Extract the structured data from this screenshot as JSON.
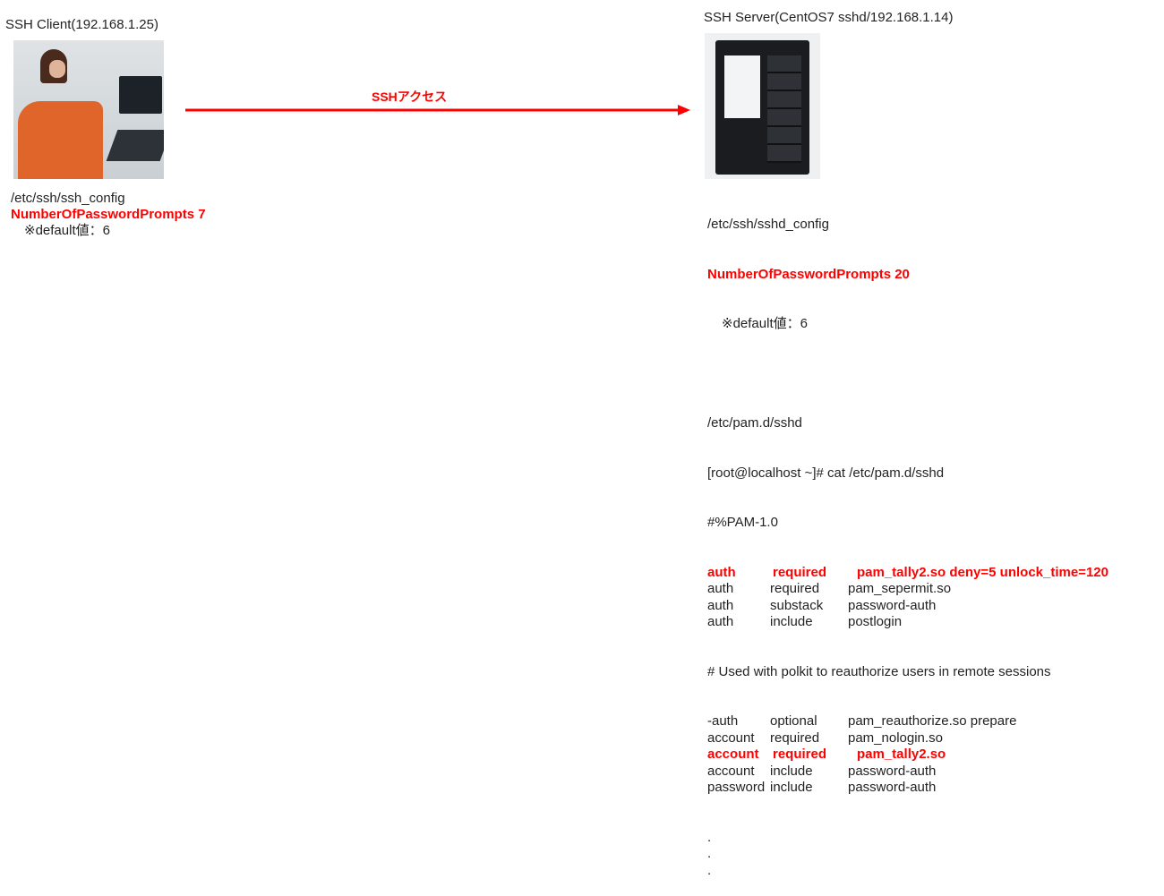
{
  "client": {
    "title": "SSH Client(192.168.1.25)",
    "config_path": "/etc/ssh/ssh_config",
    "setting": "NumberOfPasswordPrompts 7",
    "default_note": "※default値：6"
  },
  "arrow": {
    "label": "SSHアクセス",
    "color": "#ff0000"
  },
  "server": {
    "title": "SSH Server(CentOS7 sshd/192.168.1.14)",
    "config_path": "/etc/ssh/sshd_config",
    "setting": "NumberOfPasswordPrompts 20",
    "default_note": "※default値：6",
    "pam_path": "/etc/pam.d/sshd",
    "command": "[root@localhost ~]# cat /etc/pam.d/sshd",
    "pam_header": "#%PAM-1.0",
    "pam_rows": [
      {
        "cols": [
          "auth",
          "required",
          "pam_tally2.so deny=5 unlock_time=120"
        ],
        "highlight": true
      },
      {
        "cols": [
          "auth",
          "required",
          "pam_sepermit.so"
        ],
        "highlight": false
      },
      {
        "cols": [
          "auth",
          "substack",
          "password-auth"
        ],
        "highlight": false
      },
      {
        "cols": [
          "auth",
          "include",
          "postlogin"
        ],
        "highlight": false
      }
    ],
    "comment": "# Used with polkit to reauthorize users in remote sessions",
    "pam_rows2": [
      {
        "cols": [
          "-auth",
          "optional",
          "pam_reauthorize.so prepare"
        ],
        "highlight": false
      },
      {
        "cols": [
          "account",
          "required",
          "pam_nologin.so"
        ],
        "highlight": false
      },
      {
        "cols": [
          "account",
          "required",
          "pam_tally2.so"
        ],
        "highlight": true
      },
      {
        "cols": [
          "account",
          "include",
          "password-auth"
        ],
        "highlight": false
      },
      {
        "cols": [
          "password",
          "include",
          "password-auth"
        ],
        "highlight": false
      }
    ],
    "ellipsis": [
      ".",
      ".",
      "."
    ]
  }
}
